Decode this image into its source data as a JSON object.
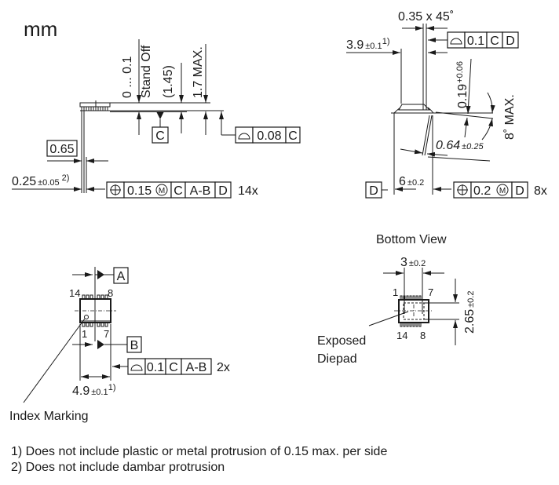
{
  "unit_label": "mm",
  "side_view": {
    "standoff_range": "0 ... 0.1",
    "standoff_label": "Stand Off",
    "body_height": "(1.45)",
    "max_height": "1.7 MAX.",
    "datum_c": "C",
    "coplanarity": {
      "symbol": "profile-of-surface",
      "value": "0.08",
      "datum": "C"
    },
    "pitch": "0.65",
    "lead_width": "0.25",
    "lead_width_tol": "±0.05",
    "lead_width_note": "2)",
    "position_tol": {
      "symbol": "position",
      "value": "0.15",
      "modifier": "M",
      "datums": [
        "C",
        "A-B",
        "D"
      ],
      "count": "14x"
    }
  },
  "end_view": {
    "chamfer": "0.35 x 45˚",
    "body_width": "3.9",
    "body_width_tol": "±0.1",
    "body_width_note": "1)",
    "profile_tol": {
      "symbol": "profile-of-surface",
      "value": "0.1",
      "datums": [
        "C",
        "D"
      ]
    },
    "lead_thickness": "0.19",
    "lead_thickness_tol": "+0.06",
    "lead_angle": "8˚ MAX.",
    "foot_length": "0.64",
    "foot_length_tol": "±0.25",
    "datum_d": "D",
    "overall_width": "6",
    "overall_width_tol": "±0.2",
    "position_tol": {
      "symbol": "position",
      "value": "0.2",
      "modifier": "M",
      "datums": [
        "D"
      ],
      "count": "8x"
    }
  },
  "top_view": {
    "datum_a": "A",
    "datum_b": "B",
    "pin_14": "14",
    "pin_8": "8",
    "pin_1": "1",
    "pin_7": "7",
    "profile_tol": {
      "symbol": "profile-of-surface",
      "value": "0.1",
      "datums": [
        "C",
        "A-B"
      ],
      "count": "2x"
    },
    "body_length": "4.9",
    "body_length_tol": "±0.1",
    "body_length_note": "1)",
    "index_label": "Index Marking"
  },
  "bottom_view": {
    "title": "Bottom View",
    "pad_width": "3",
    "pad_width_tol": "±0.2",
    "pad_height": "2.65",
    "pad_height_tol": "±0.2",
    "pin_1": "1",
    "pin_7": "7",
    "pin_14": "14",
    "pin_8": "8",
    "pad_label_1": "Exposed",
    "pad_label_2": "Diepad"
  },
  "notes": [
    "1) Does not include plastic or metal protrusion of 0.15 max. per side",
    "2) Does not include dambar protrusion"
  ]
}
